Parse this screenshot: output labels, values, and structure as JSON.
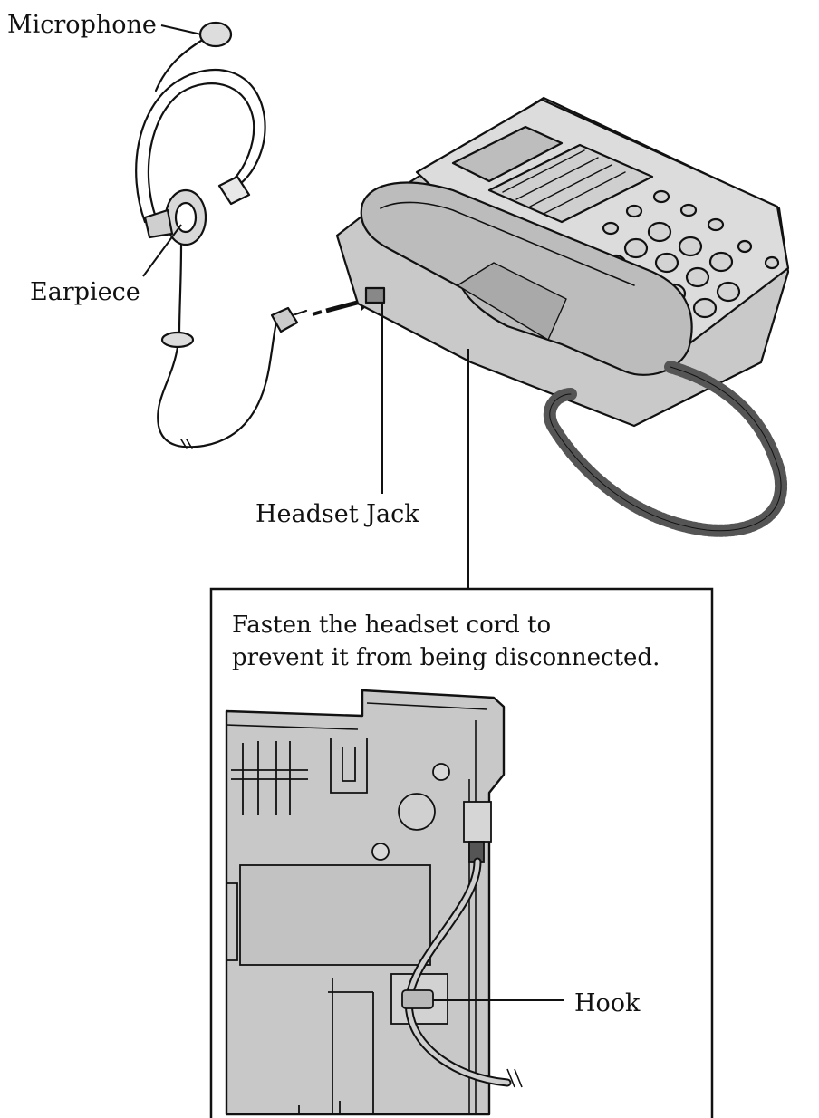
{
  "labels": {
    "microphone": "Microphone",
    "earpiece": "Earpiece",
    "headset_jack": "Headset Jack",
    "hook": "Hook"
  },
  "inset_note": {
    "line1": "Fasten the headset cord to",
    "line2": "prevent it from being disconnected."
  }
}
